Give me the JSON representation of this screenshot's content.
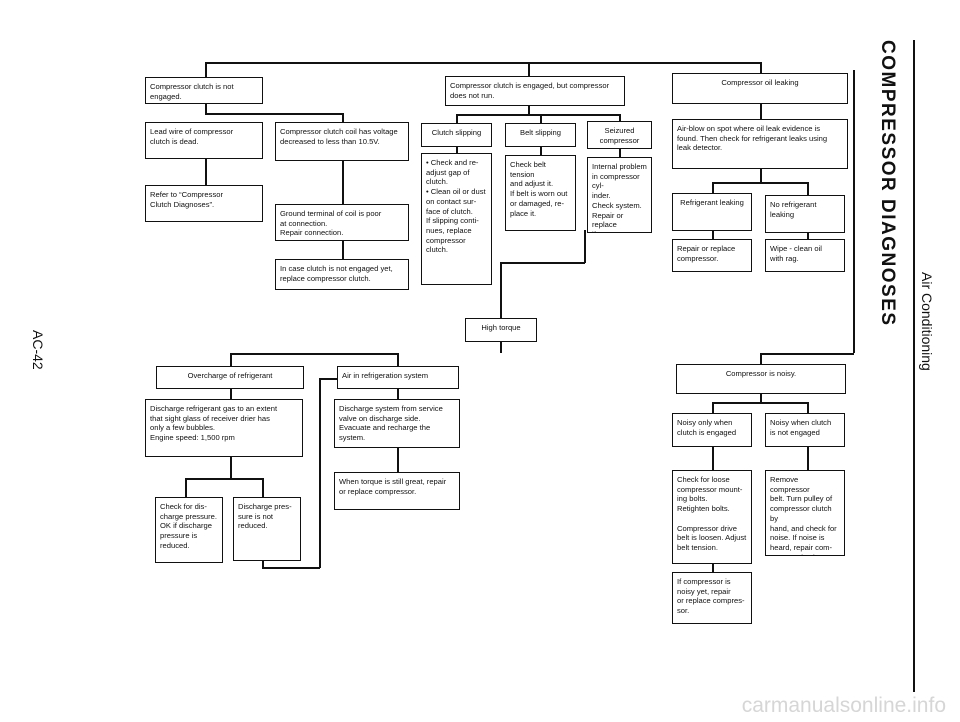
{
  "header": {
    "title": "COMPRESSOR DIAGNOSES",
    "section": "Air Conditioning",
    "page": "AC-42"
  },
  "boxes": {
    "clutch_not_engaged": "Compressor clutch is not\nengaged.",
    "lead_wire_dead": "Lead wire of compressor\nclutch is dead.",
    "refer_clutch_diag": "Refer to “Compressor\nClutch Diagnoses”.",
    "coil_voltage": "Compressor clutch coil has voltage\ndecreased to less than 10.5V.",
    "ground_terminal": "Ground terminal of coil is poor\nat connection.\nRepair connection.",
    "replace_clutch": "In case clutch is not engaged yet,\nreplace compressor clutch.",
    "engaged_not_run": "Compressor clutch is engaged, but compressor\ndoes not run.",
    "clutch_slipping": "Clutch slipping",
    "clutch_slipping_fix": "• Check and re-\n  adjust gap of\n  clutch.\n• Clean oil or dust\n  on contact sur-\n  face of clutch.\nIf slipping conti-\nnues, replace\ncompressor\nclutch.",
    "belt_slipping": "Belt slipping",
    "belt_fix": "Check belt tension\nand adjust it.\nIf belt is worn out\nor damaged, re-\nplace it.",
    "seized": "Seizured\ncompressor",
    "internal_problem": "Internal problem\nin compressor cyl-\ninder.\nCheck system.\nRepair or replace\nif necessary.",
    "high_torque": "High torque",
    "oil_leaking": "Compressor oil leaking",
    "air_blow": "Air-blow on spot where oil leak evidence is\nfound. Then check for refrigerant leaks using\nleak detector.",
    "refrigerant_leaking": "Refrigerant leaking",
    "no_refrigerant_leaking": "No refrigerant\nleaking",
    "repair_replace": "Repair or replace\ncompressor.",
    "wipe_oil": "Wipe - clean oil\nwith rag.",
    "overcharge": "Overcharge of refrigerant",
    "discharge_gas": "Discharge refrigerant gas to an extent\nthat sight glass of receiver drier has\nonly a few bubbles.\nEngine speed: 1,500 rpm",
    "check_discharge": "Check for dis-\ncharge pressure.\nOK if discharge\npressure is\nreduced.",
    "pressure_not_reduced": "Discharge pres-\nsure is not\nreduced.",
    "air_in_system": "Air in refrigeration system",
    "discharge_system": "Discharge system from service\nvalve on discharge side.\nEvacuate and recharge the\nsystem.",
    "torque_great": "When torque is still great, repair\nor replace compressor.",
    "noisy": "Compressor is noisy.",
    "noisy_engaged": "Noisy only when\nclutch is engaged",
    "noisy_not_engaged": "Noisy when clutch\nis not engaged",
    "check_loose": "Check for loose\ncompressor mount-\ning bolts.\nRetighten bolts.\n\nCompressor drive\nbelt is loosen. Adjust\nbelt tension.",
    "remove_compressor": "Remove compressor\nbelt. Turn pulley of\ncompressor clutch by\nhand, and check for\nnoise. If noise is\nheard, repair com-\npressor clutch.",
    "noisy_yet": "If compressor is\nnoisy yet, repair\nor replace compres-\nsor."
  },
  "footer": {
    "watermark": "carmanualsonline.info"
  }
}
